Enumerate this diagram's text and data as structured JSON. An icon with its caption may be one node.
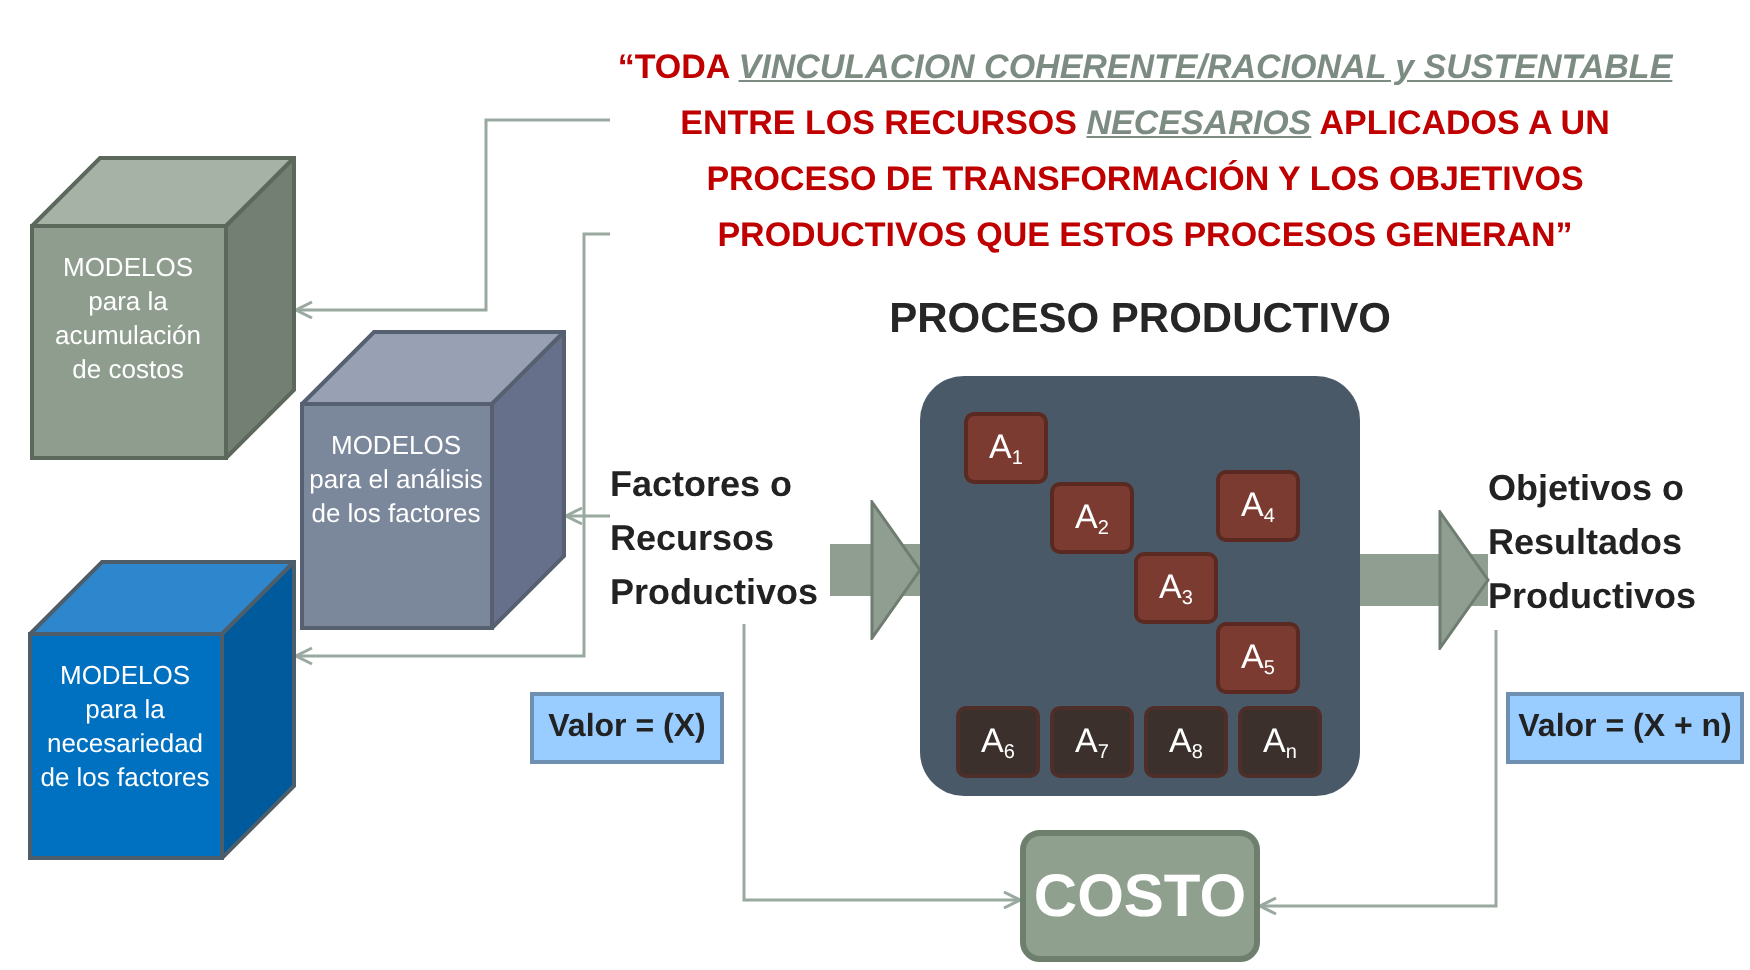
{
  "diagram": {
    "nodes": [
      {
        "text": [
          "“TODA *VINCULACION COHERENTE/RACIONAL y SUSTENTABLE* ENTRE LOS RECURSOS *NECESARIOS* APLICADOS A UN PROCESO DE TRANSFORMACIÓN Y LOS OBJETIVOS PRODUCTIVOS QUE ESTOS PROCESOS GENERAN”"
        ]
      },
      {
        "text": [
          "MODELOS",
          "para la acumulación de costos"
        ]
      },
      {
        "text": [
          "MODELOS",
          "para el análisis de los factores"
        ]
      },
      {
        "text": [
          "MODELOS",
          "para la necesariedad de los factores"
        ]
      },
      {
        "text": [
          "Factores o Recursos Productivos"
        ]
      },
      {
        "text": [
          "Valor = (X)"
        ]
      },
      {
        "text": [
          "PROCESO PRODUCTIVO"
        ]
      },
      {
        "text": [
          "A$_{1}$"
        ],
        "in": 6
      },
      {
        "text": [
          "A$_{2}$"
        ],
        "in": 6
      },
      {
        "text": [
          "A$_{4}$"
        ],
        "in": 6
      },
      {
        "text": [
          "A$_{3}$"
        ],
        "in": 6
      },
      {
        "text": [
          "A$_{5}$"
        ],
        "in": 6
      },
      {
        "text": [
          "A$_{6}$"
        ],
        "in": 6
      },
      {
        "text": [
          "A$_{7}$"
        ],
        "in": 6
      },
      {
        "text": [
          "A$_{8}$"
        ],
        "in": 6
      },
      {
        "text": [
          "A$_{n}$"
        ],
        "in": 6
      },
      {
        "text": [
          "Objetivos o Resultados Productivos"
        ]
      },
      {
        "text": [
          "Valor = (X + n)"
        ]
      },
      {
        "text": [
          "COSTO"
        ]
      }
    ],
    "edges": [
      {
        "from": 0,
        "to": 1,
        "arrow": "to"
      },
      {
        "from": 0,
        "to": 3,
        "arrow": "to"
      },
      {
        "from": 4,
        "to": 2,
        "arrow": "to"
      },
      {
        "from": 4,
        "to": 6,
        "arrow": "to",
        "style": "thick"
      },
      {
        "from": 6,
        "to": 16,
        "arrow": "to",
        "style": "thick"
      },
      {
        "from": 4,
        "to": 18,
        "arrow": "to"
      },
      {
        "from": 16,
        "to": 18,
        "arrow": "to"
      }
    ]
  }
}
